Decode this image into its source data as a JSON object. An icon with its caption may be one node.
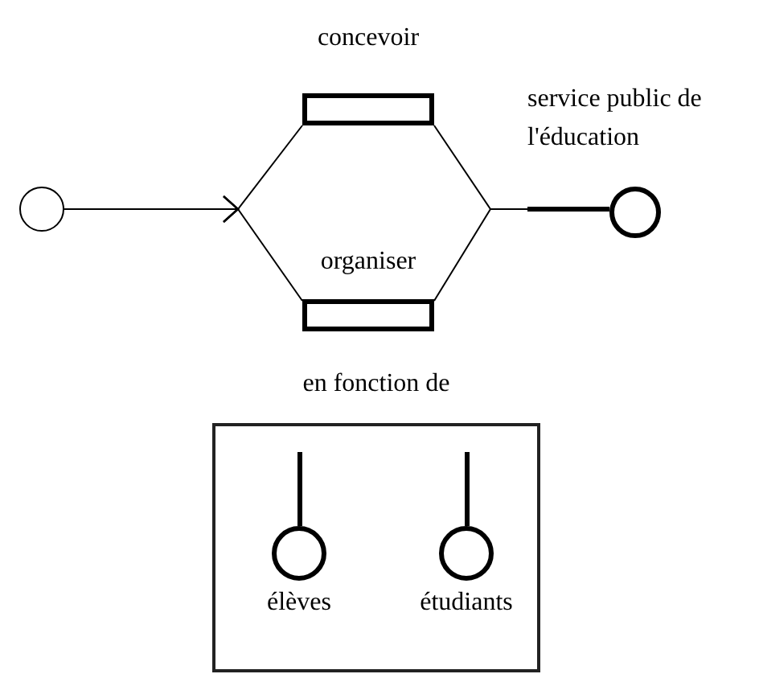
{
  "diagram": {
    "nodes": [
      {
        "text": [],
        "shape": "circle"
      },
      {
        "text": [
          "concevoir"
        ]
      },
      {
        "text": [
          "organiser"
        ]
      },
      {
        "text": [
          "service public de l'éducation"
        ]
      },
      {
        "text": [
          "en fonction de"
        ]
      },
      {
        "text": [
          "élèves"
        ],
        "in": 4
      },
      {
        "text": [
          "étudiants"
        ],
        "in": 4
      }
    ],
    "edges": [
      {
        "from": 0,
        "to": 1,
        "arrow": "to"
      },
      {
        "from": 0,
        "to": 2,
        "arrow": "to"
      },
      {
        "from": 1,
        "to": 3,
        "arrow": "none"
      },
      {
        "from": 2,
        "to": 3,
        "arrow": "none"
      }
    ]
  }
}
